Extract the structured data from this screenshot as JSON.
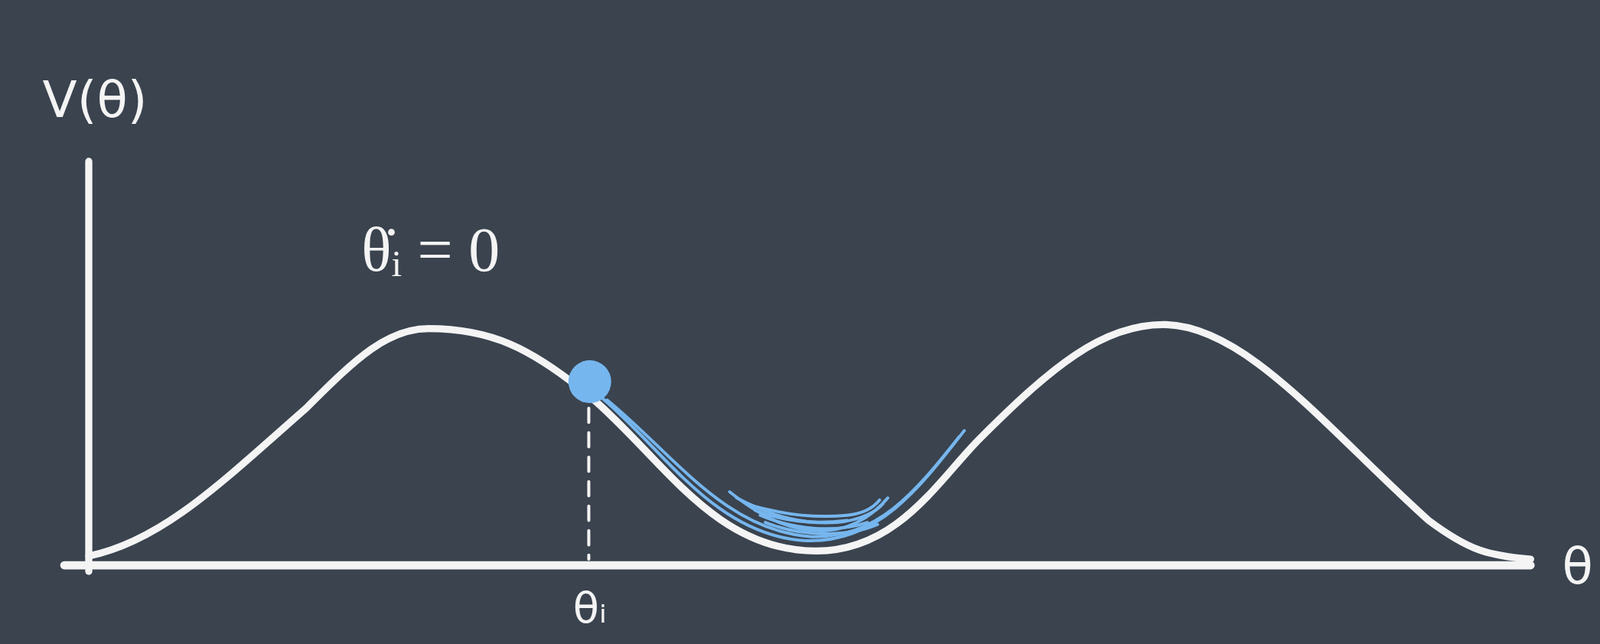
{
  "diagram": {
    "labels": [
      "V(θ)",
      "θ̇ᵢ = 0",
      "θᵢ",
      "θ"
    ]
  }
}
